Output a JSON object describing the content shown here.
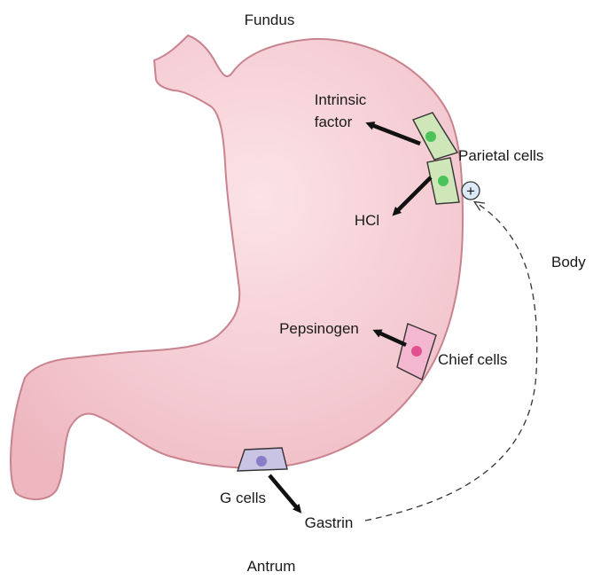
{
  "regions": {
    "fundus": "Fundus",
    "body": "Body",
    "antrum": "Antrum"
  },
  "cells": {
    "parietal": "Parietal cells",
    "chief": "Chief cells",
    "g": "G cells"
  },
  "secretions": {
    "intrinsic_factor_line1": "Intrinsic",
    "intrinsic_factor_line2": "factor",
    "hcl": "HCl",
    "pepsinogen": "Pepsinogen",
    "gastrin": "Gastrin"
  },
  "stimulation_symbol": "+",
  "colors": {
    "stomach_fill": "#f4c9d0",
    "stomach_outline": "#c8838f",
    "parietal_cell": "#cfe6b8",
    "parietal_nucleus": "#4cc25a",
    "chief_cell": "#f3b7d0",
    "chief_nucleus": "#e0508f",
    "g_cell": "#c9c4e3",
    "g_nucleus": "#8a7cc8",
    "plus_circle": "#dce9f7"
  }
}
